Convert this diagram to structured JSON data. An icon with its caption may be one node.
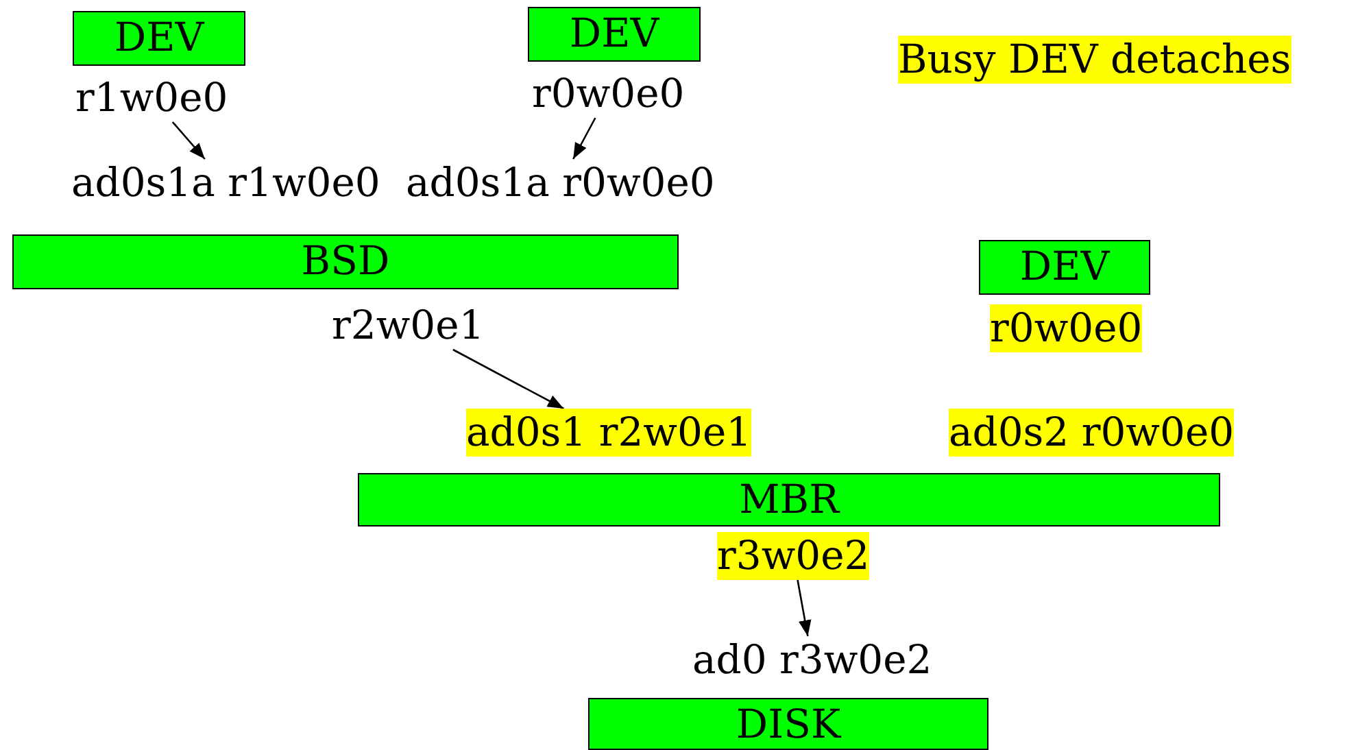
{
  "diagram": {
    "nodes": [
      {
        "text": [
          "DEV"
        ]
      },
      {
        "text": [
          "r1w0e0"
        ]
      },
      {
        "text": [
          "DEV"
        ]
      },
      {
        "text": [
          "r0w0e0"
        ]
      },
      {
        "text": [
          "ad0s1a r1w0e0"
        ]
      },
      {
        "text": [
          "ad0s1a r0w0e0"
        ]
      },
      {
        "text": [
          "BSD"
        ]
      },
      {
        "text": [
          "r2w0e1"
        ]
      },
      {
        "text": [
          "DEV"
        ]
      },
      {
        "text": [
          "r0w0e0"
        ]
      },
      {
        "text": [
          "ad0s1 r2w0e1"
        ]
      },
      {
        "text": [
          "ad0s2 r0w0e0"
        ]
      },
      {
        "text": [
          "MBR"
        ]
      },
      {
        "text": [
          "r3w0e2"
        ]
      },
      {
        "text": [
          "ad0 r3w0e2"
        ]
      },
      {
        "text": [
          "DISK"
        ]
      }
    ],
    "edges": [
      {
        "from": 1,
        "to": 4,
        "arrow": "to"
      },
      {
        "from": 3,
        "to": 5,
        "arrow": "to"
      },
      {
        "from": 7,
        "to": 10,
        "arrow": "to"
      },
      {
        "from": 13,
        "to": 14,
        "arrow": "to"
      }
    ],
    "labels": [
      "Busy DEV detaches"
    ]
  }
}
